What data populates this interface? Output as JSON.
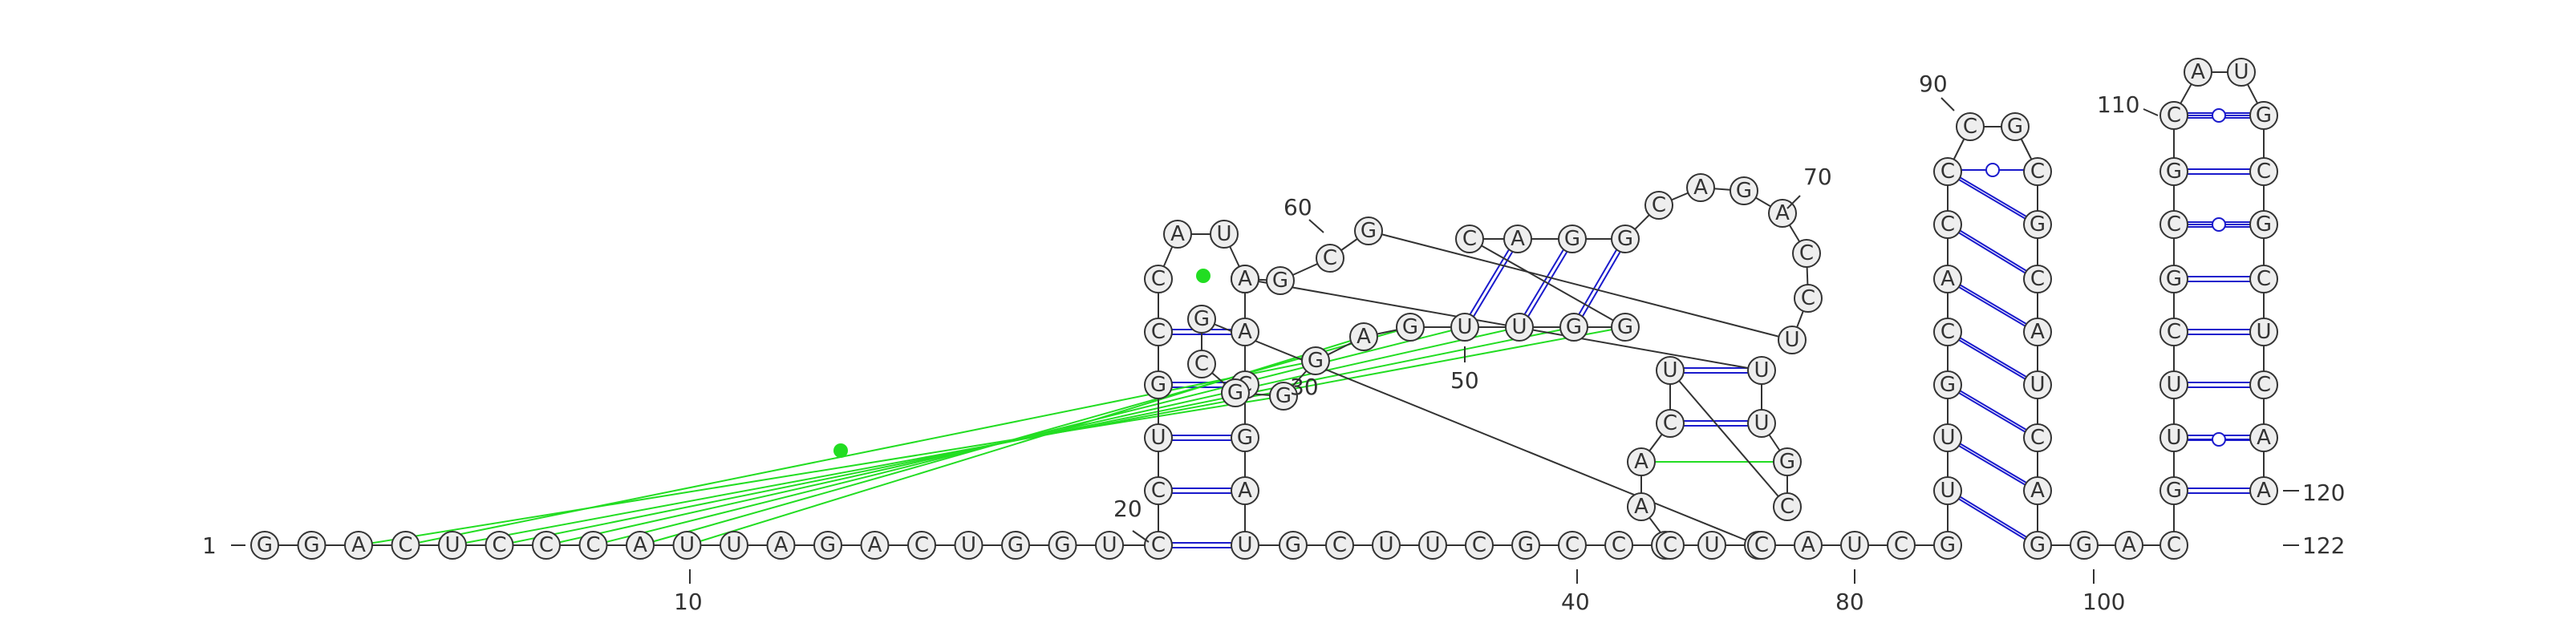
{
  "sequence": "GGACUCCCAUUAGACUGGUCCUGCCAUAACGAUGCUUCGCCCUCGCGGGAGUUGGCAGGCAGACCUGCGAUUGCUCAACCAUCGUUGCACCCGCGCAUCAGGACGUUCGCGCAUGCGCUCAA",
  "position_labels": [
    "1",
    "10",
    "20",
    "30",
    "40",
    "50",
    "60",
    "70",
    "80",
    "90",
    "100",
    "110",
    "120",
    "122"
  ],
  "colors": {
    "canonical_pair": "#1a1acc",
    "pseudoknot_pair": "#22dd22",
    "backbone": "#333333",
    "nucleotide_fill": "#eeeeee"
  }
}
